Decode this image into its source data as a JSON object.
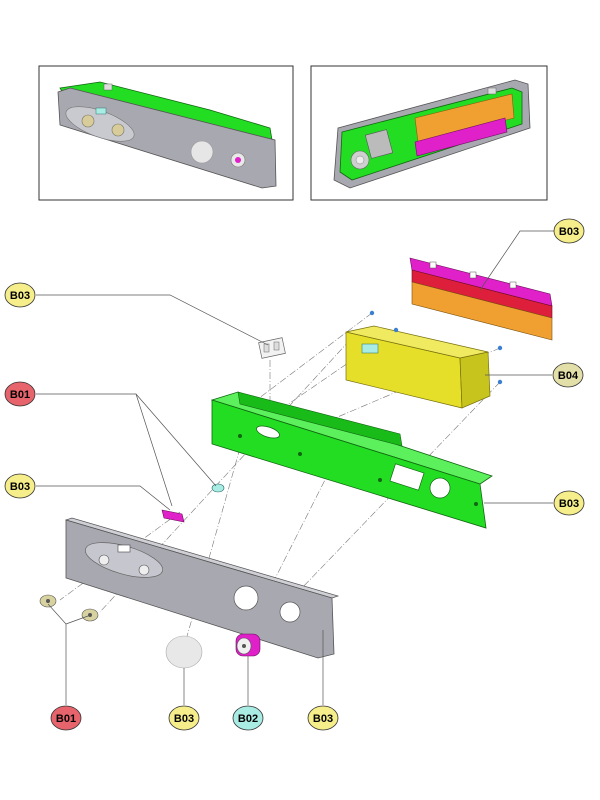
{
  "colors": {
    "red": "#e8646c",
    "yellow": "#f5ee8a",
    "cyan": "#a8ece4",
    "khaki": "#e2dfa8",
    "green": "#22dd22",
    "gray": "#a8a8b0",
    "magenta": "#e020c8",
    "orange": "#f0a030",
    "crimson": "#dd1f3c",
    "pcb_yellow": "#e5df2a",
    "leader": "#555555"
  },
  "callouts": [
    {
      "label": "B03",
      "kind": "yellow"
    },
    {
      "label": "B03",
      "kind": "yellow"
    },
    {
      "label": "B01",
      "kind": "red"
    },
    {
      "label": "B04",
      "kind": "khaki"
    },
    {
      "label": "B03",
      "kind": "yellow"
    },
    {
      "label": "B03",
      "kind": "yellow"
    },
    {
      "label": "B01",
      "kind": "red"
    },
    {
      "label": "B03",
      "kind": "yellow"
    },
    {
      "label": "B02",
      "kind": "cyan"
    },
    {
      "label": "B03",
      "kind": "yellow"
    }
  ]
}
